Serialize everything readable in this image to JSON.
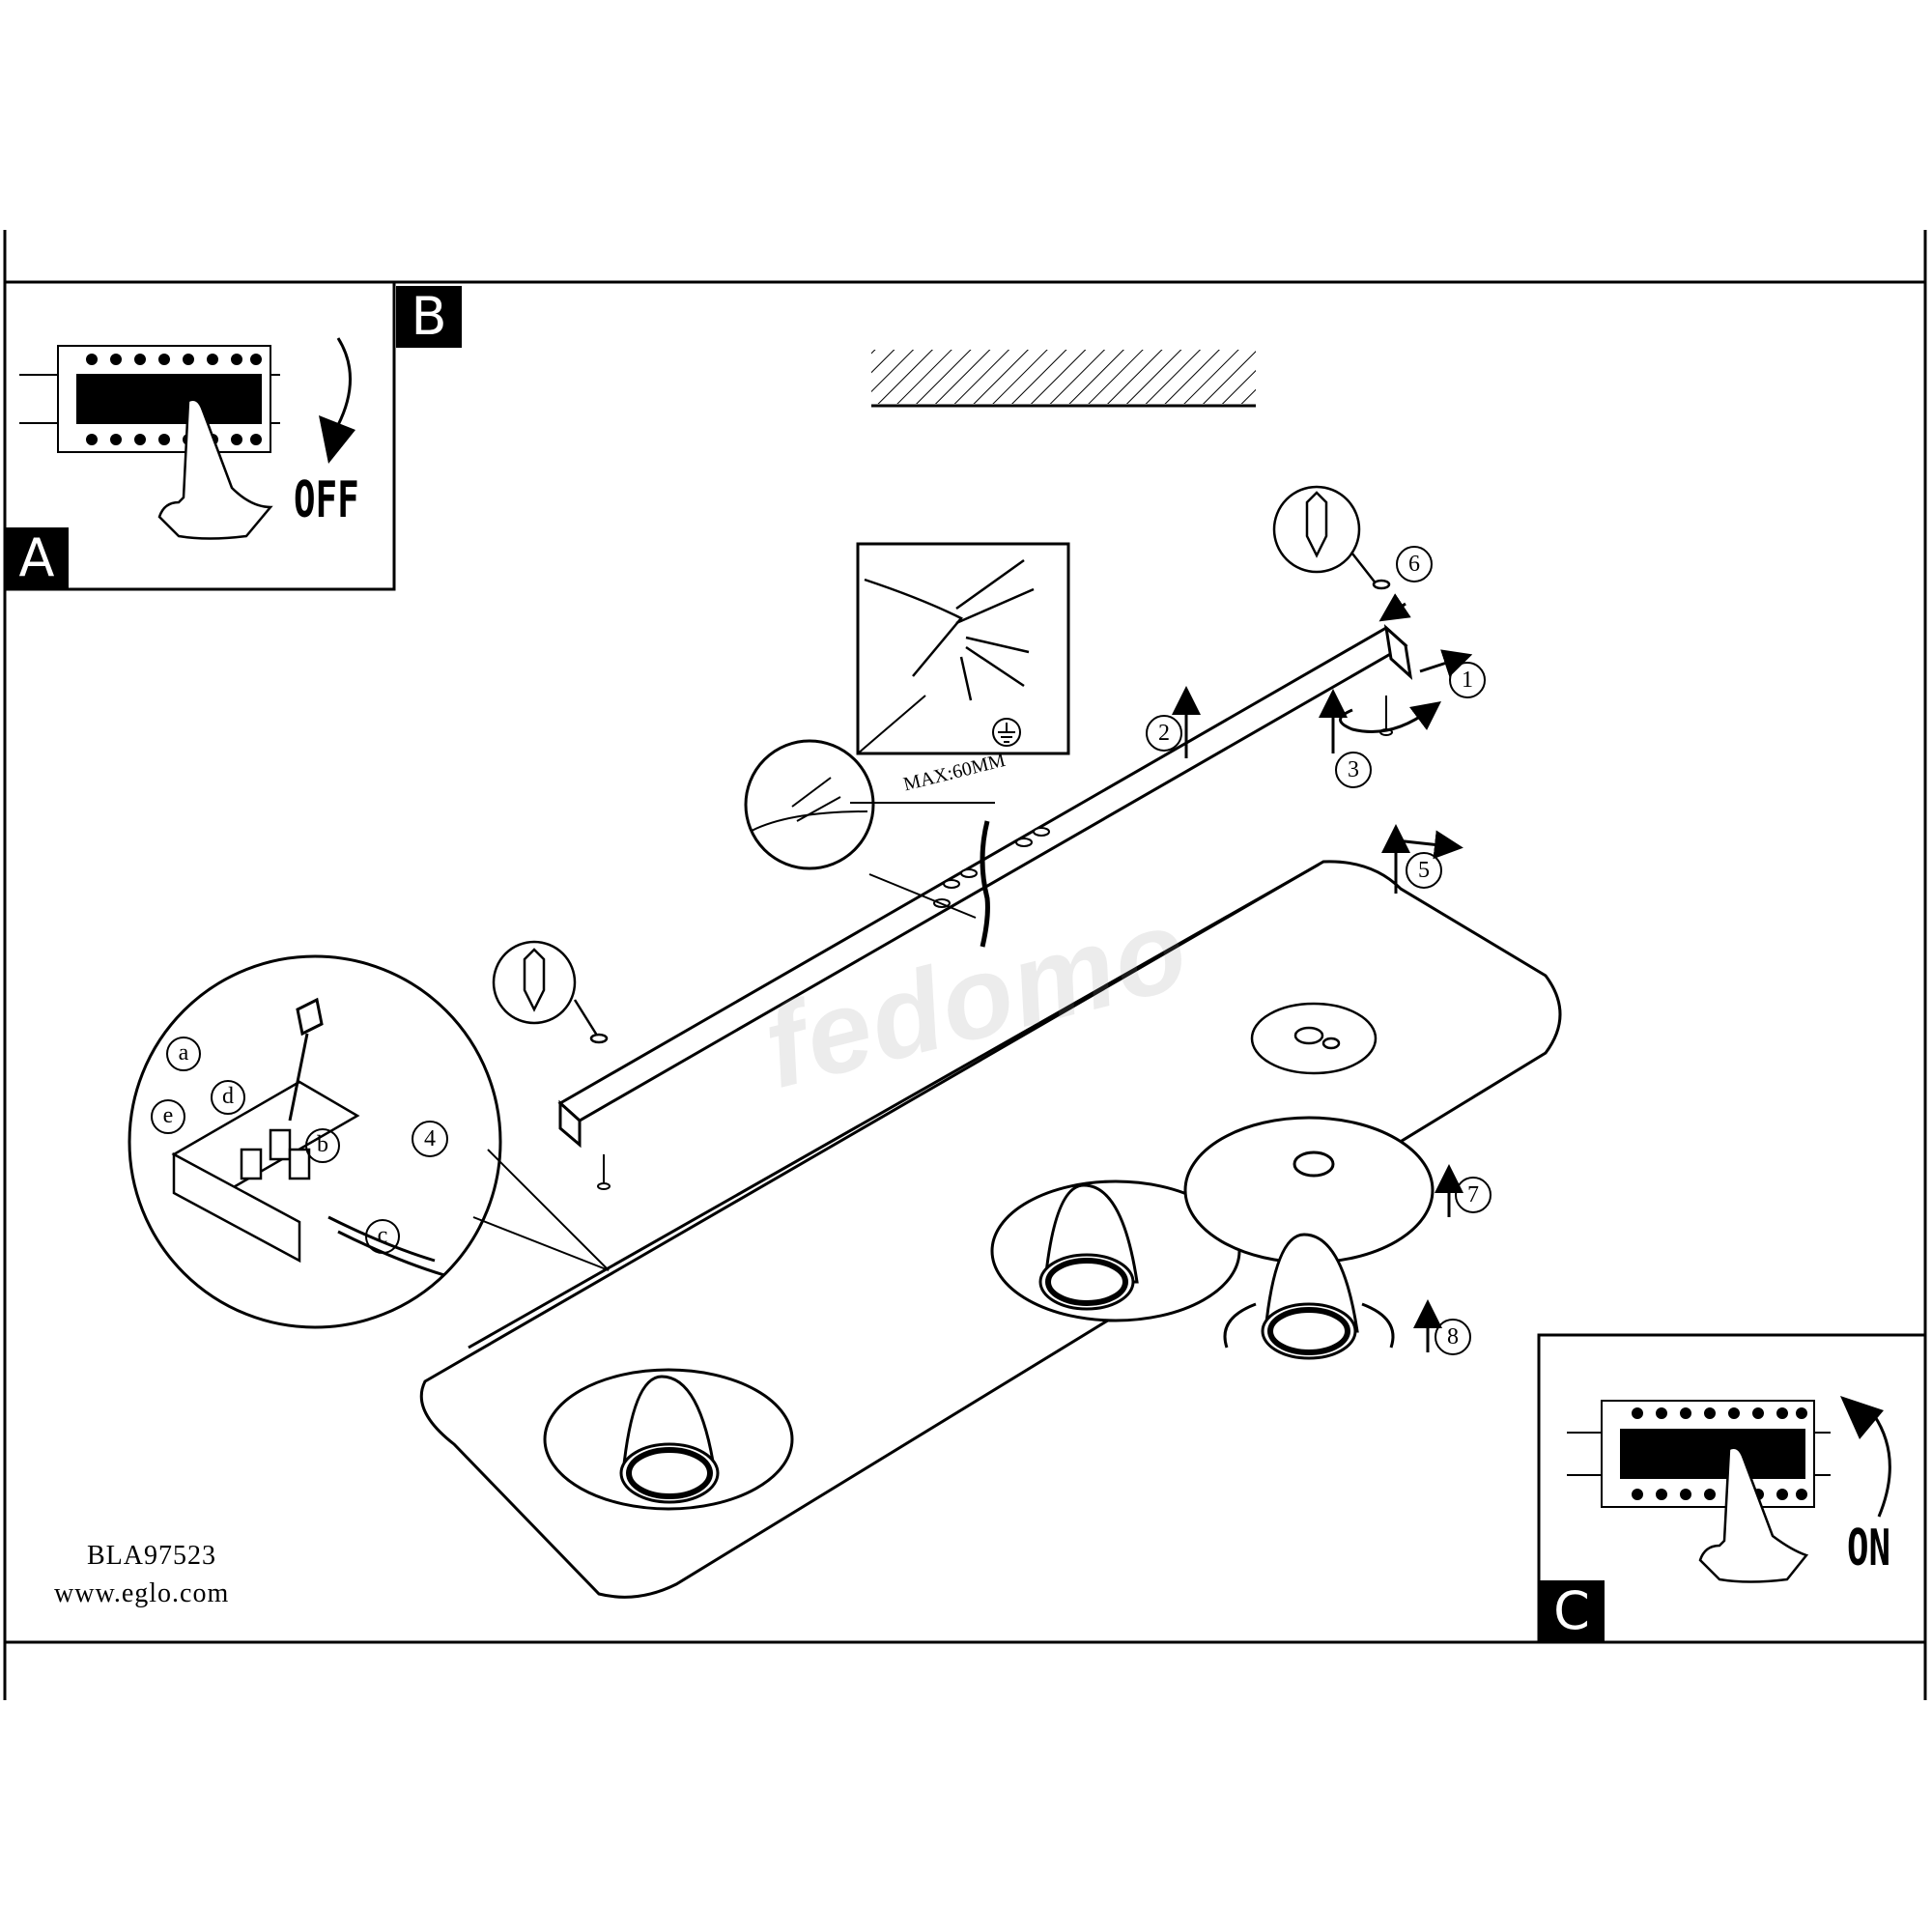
{
  "panel_labels": {
    "a": "A",
    "b": "B",
    "c": "C"
  },
  "switch_off_label": "OFF",
  "switch_on_label": "ON",
  "cable_strip_label": "MAX:60MM",
  "step_numbers": [
    "1",
    "2",
    "3",
    "4",
    "5",
    "6",
    "7",
    "8"
  ],
  "wiring_steps": [
    "a",
    "b",
    "c",
    "d",
    "e"
  ],
  "watermark": "fedomo",
  "footer": {
    "model": "BLA97523",
    "website": "www.eglo.com"
  },
  "icons": [
    "circuit-breaker-icon",
    "hand-icon",
    "wall-plug-icon",
    "screw-icon",
    "ground-symbol-icon",
    "pliers-icon",
    "screwdriver-icon",
    "spotlight-icon"
  ]
}
